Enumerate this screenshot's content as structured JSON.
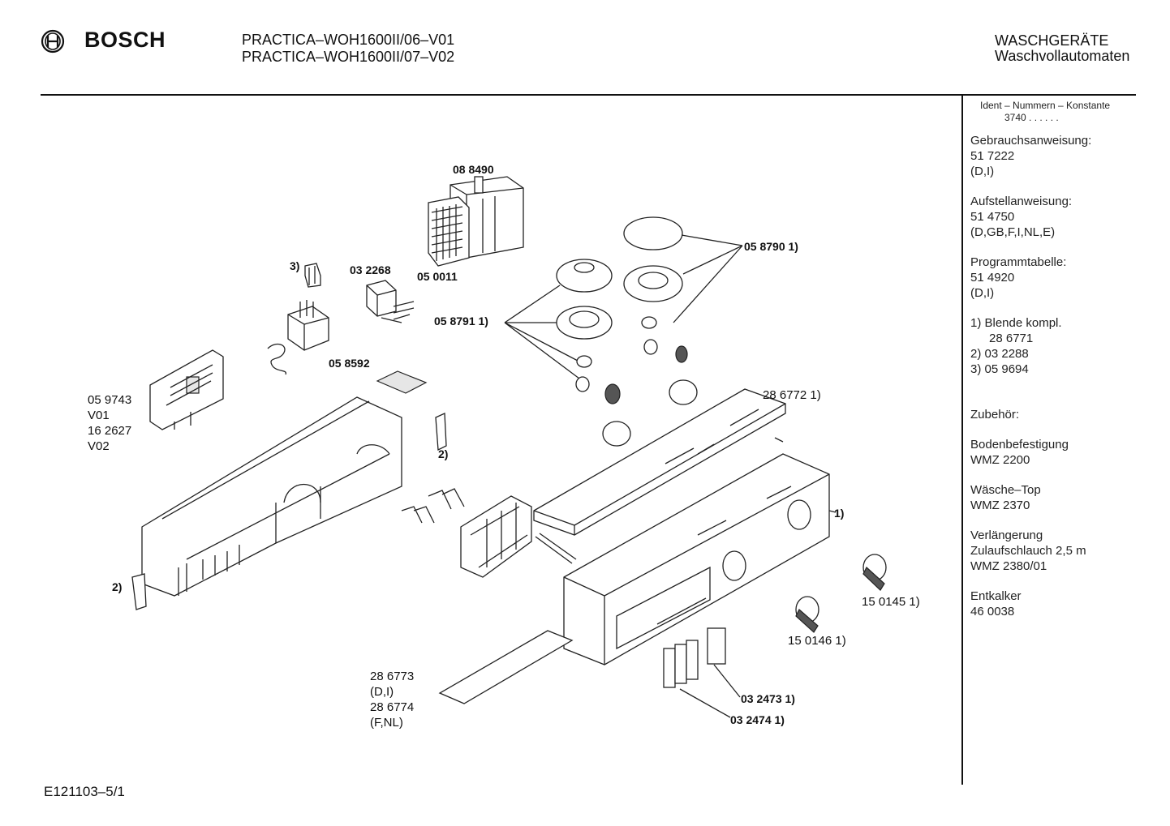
{
  "header": {
    "brand": "BOSCH",
    "models": [
      "PRACTICA–WOH1600II/06–V01",
      "PRACTICA–WOH1600II/07–V02"
    ],
    "category": [
      "WASCHGERÄTE",
      "Waschvollautomaten"
    ]
  },
  "footer": {
    "code": "E121103–5/1"
  },
  "sidebar": {
    "ident_title": "Ident – Nummern – Konstante",
    "ident_value": "3740  .  .   .  .  .  .",
    "lines": [
      "Gebrauchsanweisung:",
      "51 7222",
      "(D,I)",
      "Aufstellanweisung:",
      "51 4750",
      "(D,GB,F,I,NL,E)",
      "Programmtabelle:",
      "51 4920",
      "(D,I)",
      "1)  Blende kompl.",
      "     28 6771",
      "2)  03 2288",
      "3)  05 9694",
      "Zubehör:",
      "Bodenbefestigung",
      "WMZ 2200",
      "Wäsche–Top",
      "WMZ 2370",
      "Verlängerung",
      "Zulaufschlauch 2,5 m",
      "WMZ 2380/01",
      "Entkalker",
      "46 0038"
    ]
  },
  "labels": {
    "p088490": "08 8490",
    "p050011": "05 0011",
    "p3": "3)",
    "p032268": "03 2268",
    "p058592": "05 8592",
    "p0587901": "05 8790 1)",
    "p0587911": "05 8791 1)",
    "p059743": [
      "05 9743",
      "V01",
      "16 2627",
      "V02"
    ],
    "p2a": "2)",
    "p2b": "2)",
    "p2867721": "28 6772 1)",
    "p1": "1)",
    "p1501451": "15 0145 1)",
    "p1501461": "15 0146 1)",
    "p286773": [
      "28 6773",
      "(D,I)",
      "28 6774",
      "(F,NL)"
    ],
    "p0324731": "03 2473 1)",
    "p0324741": "03 2474 1)"
  }
}
